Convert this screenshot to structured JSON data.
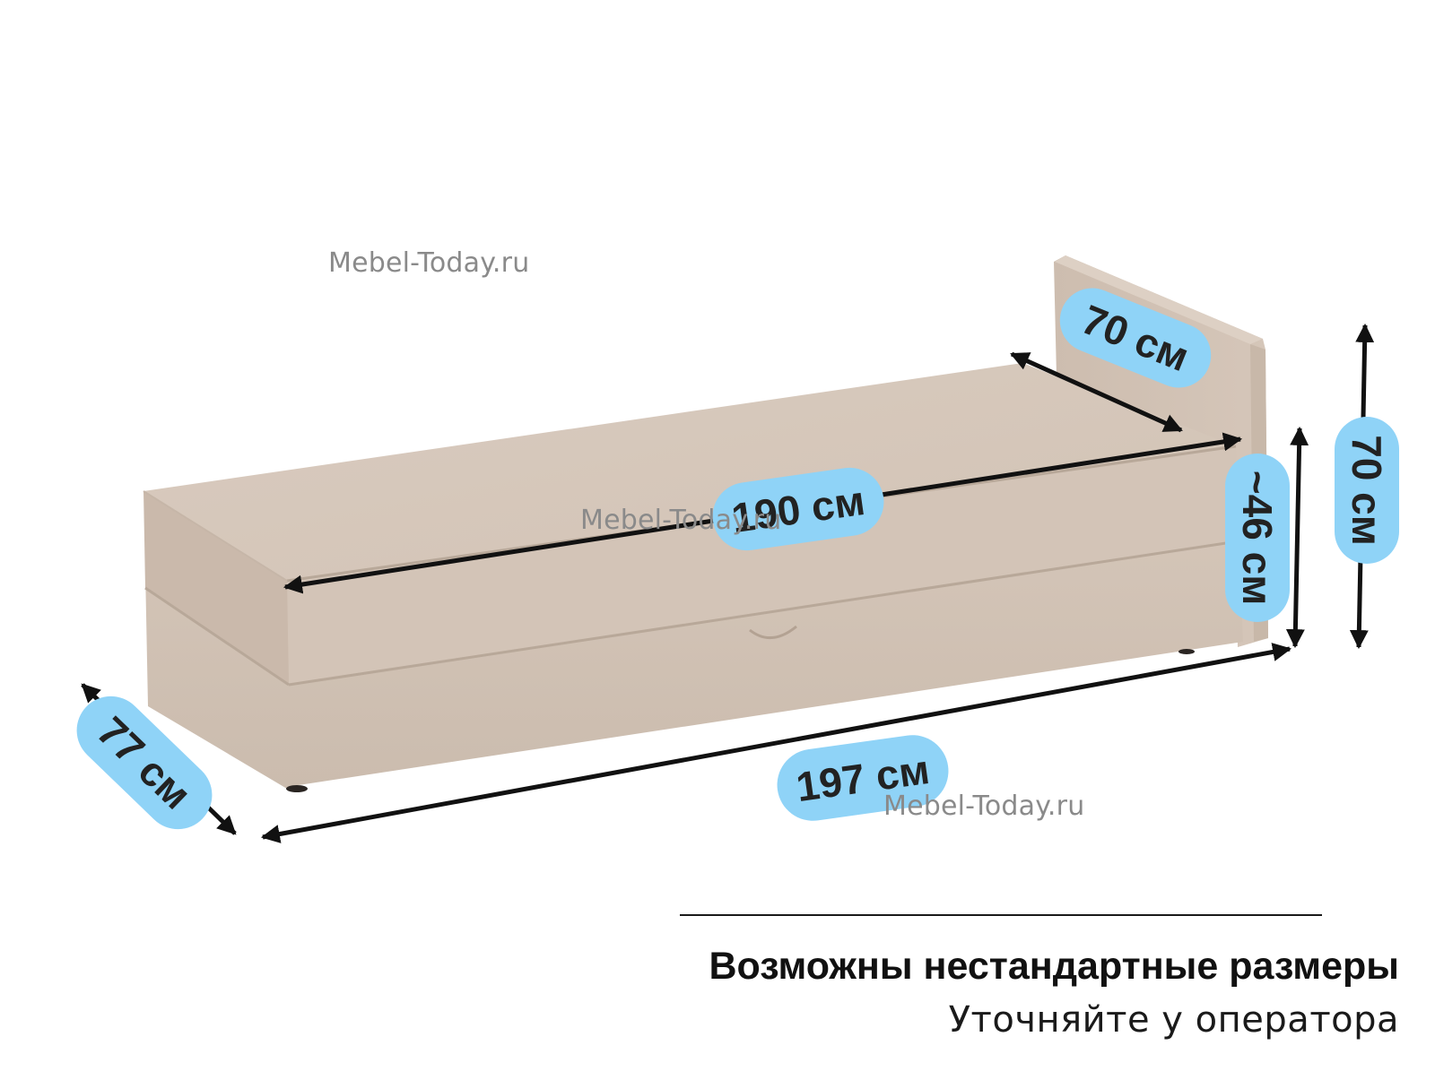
{
  "watermark": "Mebel-Today.ru",
  "dimensions": {
    "back_width": "70 см",
    "sleeping_length": "190 см",
    "seat_height": "~46 см",
    "total_height": "70 см",
    "total_depth": "77 см",
    "total_length": "197 см"
  },
  "footer": {
    "title": "Возможны нестандартные размеры",
    "subtitle": "Уточняйте у оператора"
  },
  "colors": {
    "label_bubble": "#8fd3f7",
    "fabric": "#d8c9bc",
    "arrow": "#111111"
  }
}
